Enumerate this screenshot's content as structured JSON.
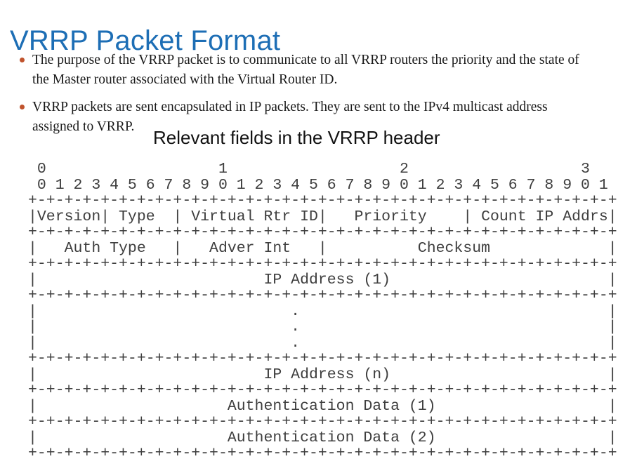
{
  "slide": {
    "title": "VRRP Packet Format",
    "bullets": [
      {
        "lines": [
          "The purpose of the VRRP packet is to communicate to all VRRP routers the priority and the state of",
          "the Master router associated with the Virtual Router ID."
        ]
      },
      {
        "lines": [
          "VRRP packets are sent encapsulated in IP packets. They are sent to the IPv4 multicast address",
          "assigned to VRRP."
        ]
      }
    ],
    "diagram_heading": "Relevant fields in the VRRP header",
    "packet_diagram": {
      "ascii_lines": [
        " 0                   1                   2                   3",
        " 0 1 2 3 4 5 6 7 8 9 0 1 2 3 4 5 6 7 8 9 0 1 2 3 4 5 6 7 8 9 0 1",
        "+-+-+-+-+-+-+-+-+-+-+-+-+-+-+-+-+-+-+-+-+-+-+-+-+-+-+-+-+-+-+-+-+",
        "|Version| Type  | Virtual Rtr ID|   Priority    | Count IP Addrs|",
        "+-+-+-+-+-+-+-+-+-+-+-+-+-+-+-+-+-+-+-+-+-+-+-+-+-+-+-+-+-+-+-+-+",
        "|   Auth Type   |   Adver Int   |          Checksum             |",
        "+-+-+-+-+-+-+-+-+-+-+-+-+-+-+-+-+-+-+-+-+-+-+-+-+-+-+-+-+-+-+-+-+",
        "|                         IP Address (1)                        |",
        "+-+-+-+-+-+-+-+-+-+-+-+-+-+-+-+-+-+-+-+-+-+-+-+-+-+-+-+-+-+-+-+-+",
        "|                            .                                  |",
        "|                            .                                  |",
        "|                            .                                  |",
        "+-+-+-+-+-+-+-+-+-+-+-+-+-+-+-+-+-+-+-+-+-+-+-+-+-+-+-+-+-+-+-+-+",
        "|                         IP Address (n)                        |",
        "+-+-+-+-+-+-+-+-+-+-+-+-+-+-+-+-+-+-+-+-+-+-+-+-+-+-+-+-+-+-+-+-+",
        "|                     Authentication Data (1)                   |",
        "+-+-+-+-+-+-+-+-+-+-+-+-+-+-+-+-+-+-+-+-+-+-+-+-+-+-+-+-+-+-+-+-+",
        "|                     Authentication Data (2)                   |",
        "+-+-+-+-+-+-+-+-+-+-+-+-+-+-+-+-+-+-+-+-+-+-+-+-+-+-+-+-+-+-+-+-+"
      ]
    },
    "colors": {
      "title": "#1d6eb5",
      "bullet_marker": "#c0532d",
      "body_text": "#191919",
      "diagram_text": "#3e3e3e",
      "background": "#ffffff"
    }
  }
}
